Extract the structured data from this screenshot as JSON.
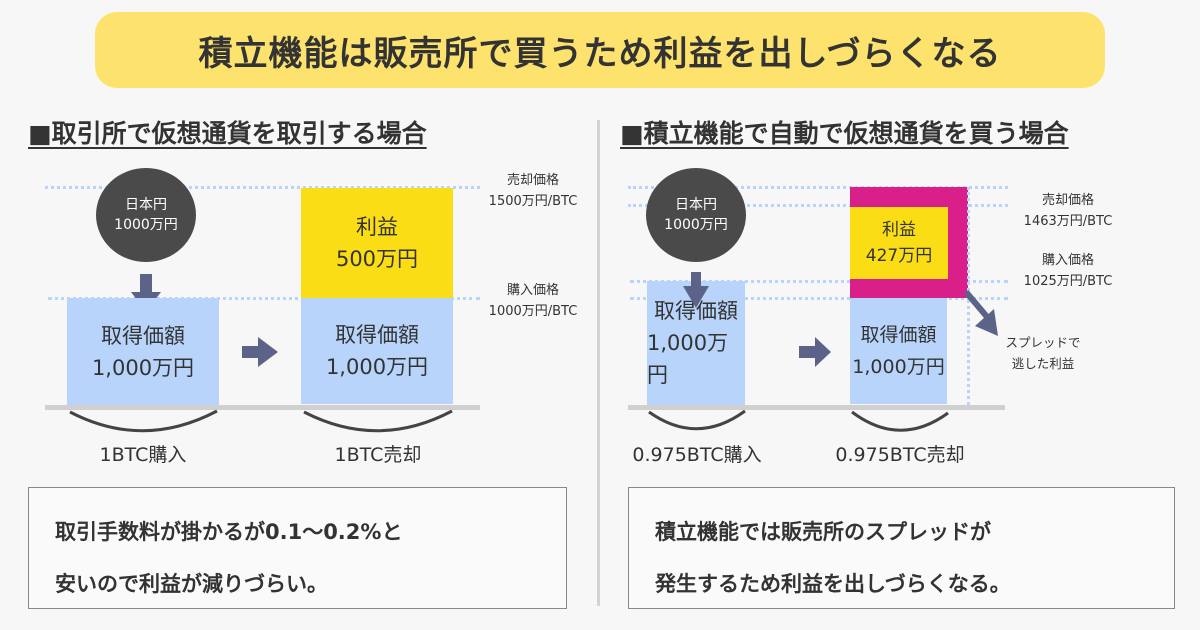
{
  "title": "積立機能は販売所で買うため利益を出しづらくなる",
  "left": {
    "heading": "■取引所で仮想通貨を取引する場合",
    "circle": {
      "line1": "日本円",
      "line2": "1000万円"
    },
    "buy_box": {
      "line1": "取得価額",
      "line2": "1,000万円"
    },
    "profit_box": {
      "line1": "利益",
      "line2": "500万円"
    },
    "sell_box": {
      "line1": "取得価額",
      "line2": "1,000万円"
    },
    "sell_price": {
      "label": "売却価格",
      "value": "1500万円/BTC"
    },
    "buy_price": {
      "label": "購入価格",
      "value": "1000万円/BTC"
    },
    "buy_caption": "1BTC購入",
    "sell_caption": "1BTC売却",
    "note": {
      "line1": "取引手数料が掛かるが0.1〜0.2%と",
      "line2": "安いので利益が減りづらい。"
    }
  },
  "right": {
    "heading": "■積立機能で自動で仮想通貨を買う場合",
    "circle": {
      "line1": "日本円",
      "line2": "1000万円"
    },
    "buy_box": {
      "line1": "取得価額",
      "line2": "1,000万円"
    },
    "profit_box": {
      "line1": "利益",
      "line2": "427万円"
    },
    "sell_box": {
      "line1": "取得価額",
      "line2": "1,000万円"
    },
    "sell_price": {
      "label": "売却価格",
      "value": "1463万円/BTC"
    },
    "buy_price": {
      "label": "購入価格",
      "value": "1025万円/BTC"
    },
    "spread": {
      "line1": "スプレッドで",
      "line2": "逃した利益"
    },
    "buy_caption": "0.975BTC購入",
    "sell_caption": "0.975BTC売却",
    "note": {
      "line1": "積立機能では販売所のスプレッドが",
      "line2": "発生するため利益を出しづらくなる。"
    }
  },
  "colors": {
    "title_bg": "#fde36e",
    "acquired": "#b8d4fb",
    "profit": "#fadd14",
    "spread": "#d81f8a",
    "arrow": "#5c6389"
  }
}
